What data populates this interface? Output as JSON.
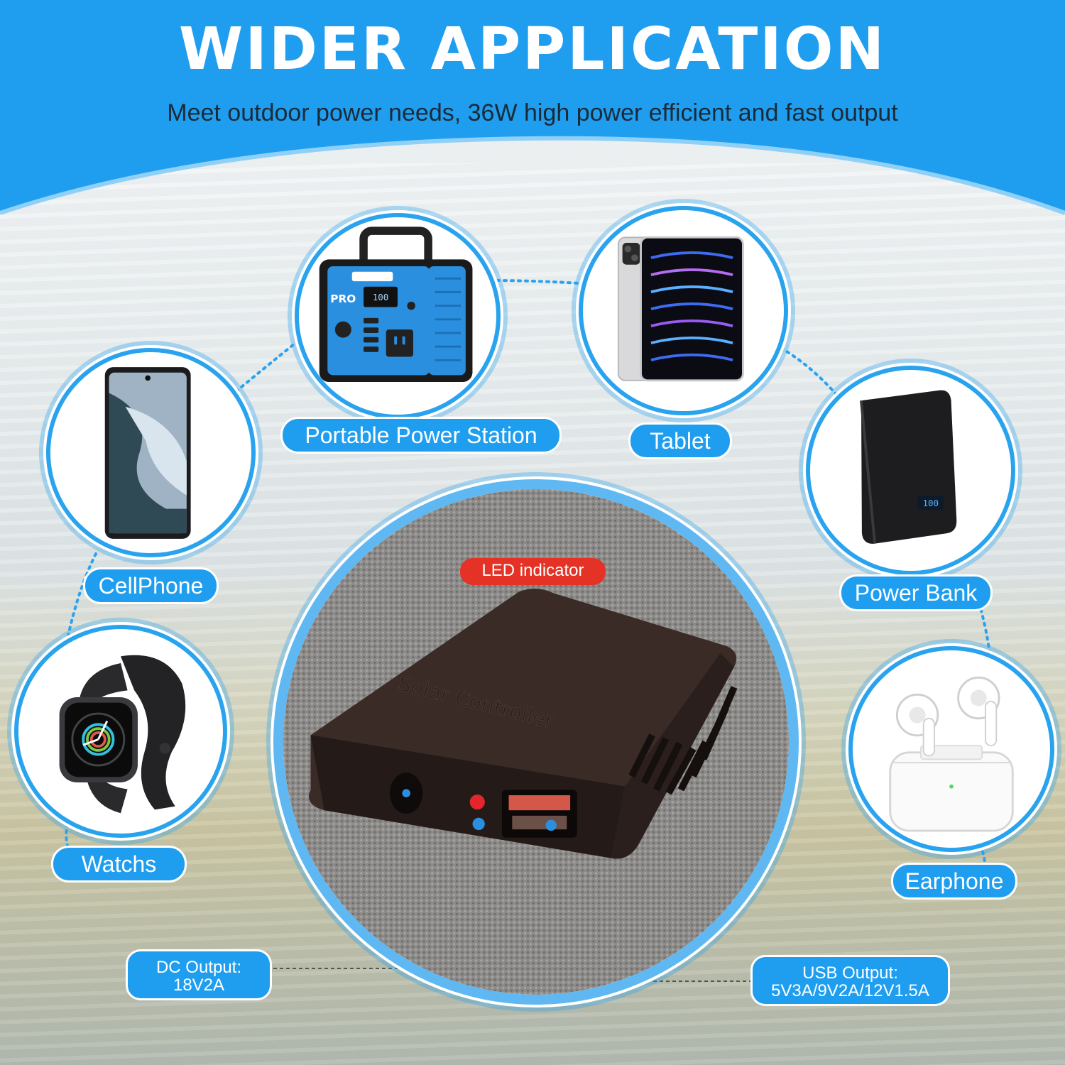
{
  "header": {
    "title": "WIDER APPLICATION",
    "subtitle": "Meet outdoor power needs, 36W high power efficient and fast output"
  },
  "devices": {
    "power_station": "Portable Power Station",
    "tablet": "Tablet",
    "cellphone": "CellPhone",
    "power_bank": "Power Bank",
    "watch": "Watchs",
    "earphone": "Earphone"
  },
  "product": {
    "engraving": "Solar Controller",
    "led_label": "LED indicator",
    "dc_output_label": "DC Output:",
    "dc_output_value": "18V2A",
    "usb_output_label": "USB Output:",
    "usb_output_value": "5V3A/9V2A/12V1.5A"
  },
  "icons": {
    "power_station_display": "100",
    "power_bank_display": "100",
    "power_station_brand": "PRO"
  },
  "colors": {
    "accent": "#1f9ef0",
    "led": "#e53226",
    "text_dark": "#1b2a36"
  }
}
